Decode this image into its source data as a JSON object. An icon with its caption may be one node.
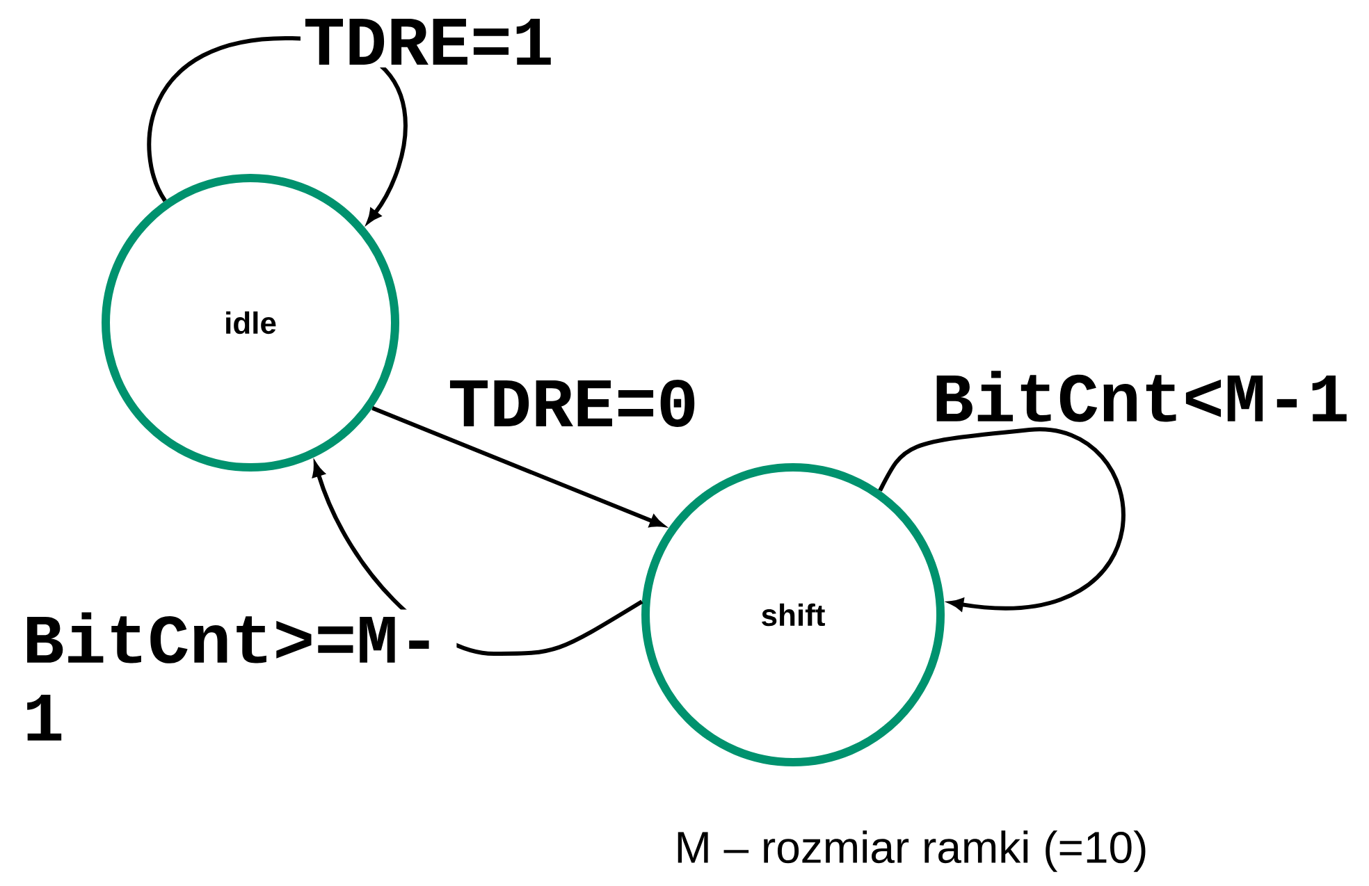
{
  "diagram": {
    "nodes": [
      {
        "text": [
          "idle"
        ]
      },
      {
        "text": [
          "shift"
        ]
      }
    ],
    "edges": [
      {
        "from": 0,
        "to": 0,
        "arrow": "to",
        "label": "TDRE=1"
      },
      {
        "from": 0,
        "to": 1,
        "arrow": "to",
        "label": "TDRE=0"
      },
      {
        "from": 1,
        "to": 1,
        "arrow": "to",
        "label": "BitCnt<M-1"
      },
      {
        "from": 1,
        "to": 0,
        "arrow": "to",
        "label": "BitCnt>=M-1"
      }
    ],
    "labels": [
      "M – rozmiar ramki (=10)"
    ]
  }
}
